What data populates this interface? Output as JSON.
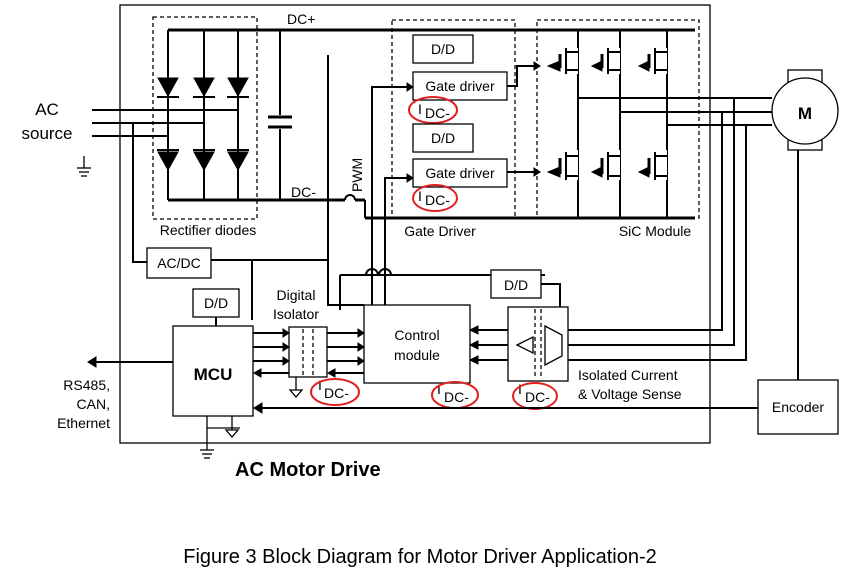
{
  "inputs": {
    "ac_source_line1": "AC",
    "ac_source_line2": "source",
    "dc_plus": "DC+",
    "dc_minus": "DC-",
    "pwm": "PWM"
  },
  "blocks": {
    "rectifier_label": "Rectifier diodes",
    "dd_top": "D/D",
    "gate_driver_top": "Gate  driver",
    "dd_mid": "D/D",
    "gate_driver_bottom": "Gate  driver",
    "gate_driver_group_label": "Gate Driver",
    "sic_module_label": "SiC Module",
    "motor": "M",
    "acdc": "AC/DC",
    "dd_mcu": "D/D",
    "digital_isolator_line1": "Digital",
    "digital_isolator_line2": "Isolator",
    "control_module_line1": "Control",
    "control_module_line2": "module",
    "dd_sense": "D/D",
    "mcu": "MCU",
    "sense_line1": "Isolated  Current",
    "sense_line2": "& Voltage  Sense",
    "encoder": "Encoder",
    "comms_line1": "RS485,",
    "comms_line2": "CAN,",
    "comms_line3": "Ethernet",
    "dc_minus_ref": "DC-",
    "dc_minus_ref_prefix": "I"
  },
  "titles": {
    "drive_title": "AC Motor Drive",
    "figure_caption": "Figure 3 Block Diagram for Motor Driver Application-2"
  },
  "colors": {
    "highlight_ring": "#e02020",
    "line": "#000000"
  }
}
